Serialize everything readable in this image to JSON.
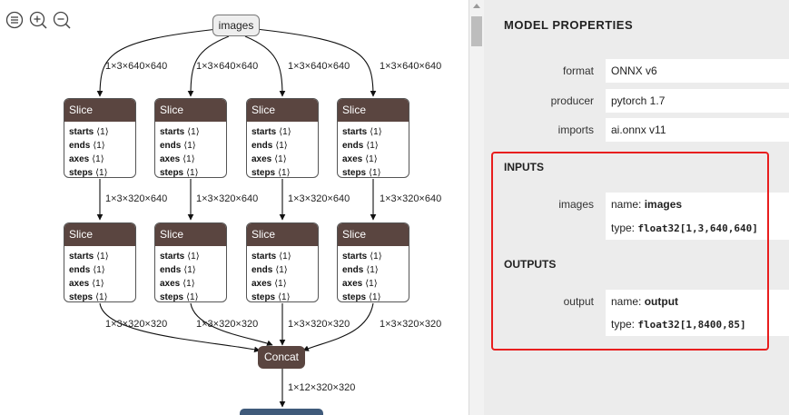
{
  "toolbar": {
    "menu_icon": "hamburger-menu-icon",
    "zoom_in_icon": "zoom-in-icon",
    "zoom_out_icon": "zoom-out-icon"
  },
  "graph": {
    "input_node": "images",
    "edge_labels_top": [
      "1×3×640×640",
      "1×3×640×640",
      "1×3×640×640",
      "1×3×640×640"
    ],
    "slices_row1": [
      {
        "op": "Slice",
        "attrs": [
          {
            "k": "starts",
            "v": "⟨1⟩"
          },
          {
            "k": "ends",
            "v": "⟨1⟩"
          },
          {
            "k": "axes",
            "v": "⟨1⟩"
          },
          {
            "k": "steps",
            "v": "⟨1⟩"
          }
        ]
      },
      {
        "op": "Slice",
        "attrs": [
          {
            "k": "starts",
            "v": "⟨1⟩"
          },
          {
            "k": "ends",
            "v": "⟨1⟩"
          },
          {
            "k": "axes",
            "v": "⟨1⟩"
          },
          {
            "k": "steps",
            "v": "⟨1⟩"
          }
        ]
      },
      {
        "op": "Slice",
        "attrs": [
          {
            "k": "starts",
            "v": "⟨1⟩"
          },
          {
            "k": "ends",
            "v": "⟨1⟩"
          },
          {
            "k": "axes",
            "v": "⟨1⟩"
          },
          {
            "k": "steps",
            "v": "⟨1⟩"
          }
        ]
      },
      {
        "op": "Slice",
        "attrs": [
          {
            "k": "starts",
            "v": "⟨1⟩"
          },
          {
            "k": "ends",
            "v": "⟨1⟩"
          },
          {
            "k": "axes",
            "v": "⟨1⟩"
          },
          {
            "k": "steps",
            "v": "⟨1⟩"
          }
        ]
      }
    ],
    "edge_labels_mid": [
      "1×3×320×640",
      "1×3×320×640",
      "1×3×320×640",
      "1×3×320×640"
    ],
    "slices_row2": [
      {
        "op": "Slice",
        "attrs": [
          {
            "k": "starts",
            "v": "⟨1⟩"
          },
          {
            "k": "ends",
            "v": "⟨1⟩"
          },
          {
            "k": "axes",
            "v": "⟨1⟩"
          },
          {
            "k": "steps",
            "v": "⟨1⟩"
          }
        ]
      },
      {
        "op": "Slice",
        "attrs": [
          {
            "k": "starts",
            "v": "⟨1⟩"
          },
          {
            "k": "ends",
            "v": "⟨1⟩"
          },
          {
            "k": "axes",
            "v": "⟨1⟩"
          },
          {
            "k": "steps",
            "v": "⟨1⟩"
          }
        ]
      },
      {
        "op": "Slice",
        "attrs": [
          {
            "k": "starts",
            "v": "⟨1⟩"
          },
          {
            "k": "ends",
            "v": "⟨1⟩"
          },
          {
            "k": "axes",
            "v": "⟨1⟩"
          },
          {
            "k": "steps",
            "v": "⟨1⟩"
          }
        ]
      },
      {
        "op": "Slice",
        "attrs": [
          {
            "k": "starts",
            "v": "⟨1⟩"
          },
          {
            "k": "ends",
            "v": "⟨1⟩"
          },
          {
            "k": "axes",
            "v": "⟨1⟩"
          },
          {
            "k": "steps",
            "v": "⟨1⟩"
          }
        ]
      }
    ],
    "edge_labels_bottom": [
      "1×3×320×320",
      "1×3×320×320",
      "1×3×320×320",
      "1×3×320×320"
    ],
    "concat_node": "Concat",
    "concat_output_label": "1×12×320×320"
  },
  "properties": {
    "title": "MODEL PROPERTIES",
    "rows": [
      {
        "label": "format",
        "value": "ONNX v6"
      },
      {
        "label": "producer",
        "value": "pytorch 1.7"
      },
      {
        "label": "imports",
        "value": "ai.onnx v11"
      }
    ],
    "inputs": {
      "section": "INPUTS",
      "label": "images",
      "name_key": "name:",
      "name": "images",
      "type_key": "type:",
      "type": "float32[1,3,640,640]"
    },
    "outputs": {
      "section": "OUTPUTS",
      "label": "output",
      "name_key": "name:",
      "name": "output",
      "type_key": "type:",
      "type": "float32[1,8400,85]"
    }
  },
  "colors": {
    "op_header": "#5a4540",
    "highlight": "#e81e1e",
    "sidebar_bg": "#ececec"
  }
}
